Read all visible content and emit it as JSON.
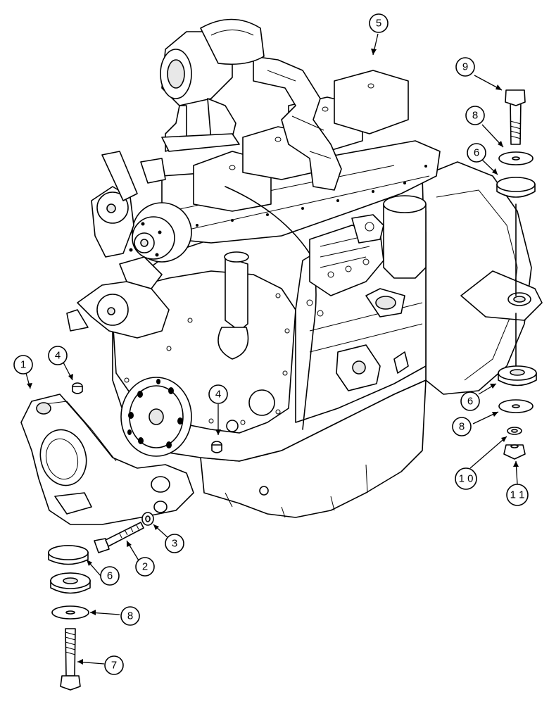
{
  "callouts": [
    {
      "id": "c1",
      "label": "1"
    },
    {
      "id": "c2",
      "label": "2"
    },
    {
      "id": "c3",
      "label": "3"
    },
    {
      "id": "c4a",
      "label": "4"
    },
    {
      "id": "c4b",
      "label": "4"
    },
    {
      "id": "c5",
      "label": "5"
    },
    {
      "id": "c6a",
      "label": "6"
    },
    {
      "id": "c6b",
      "label": "6"
    },
    {
      "id": "c6c",
      "label": "6"
    },
    {
      "id": "c7",
      "label": "7"
    },
    {
      "id": "c8a",
      "label": "8"
    },
    {
      "id": "c8b",
      "label": "8"
    },
    {
      "id": "c8c",
      "label": "8"
    },
    {
      "id": "c9",
      "label": "9"
    },
    {
      "id": "c10",
      "label": "1 0"
    },
    {
      "id": "c11",
      "label": "1 1"
    }
  ]
}
